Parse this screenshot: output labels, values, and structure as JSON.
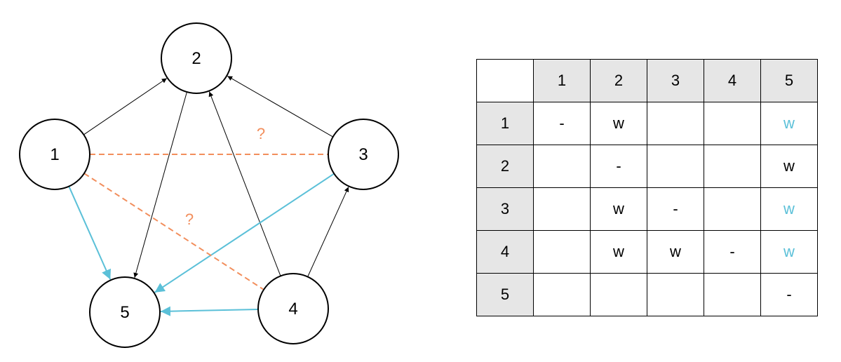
{
  "graph": {
    "nodes": [
      {
        "id": "1",
        "label": "1"
      },
      {
        "id": "2",
        "label": "2"
      },
      {
        "id": "3",
        "label": "3"
      },
      {
        "id": "4",
        "label": "4"
      },
      {
        "id": "5",
        "label": "5"
      }
    ],
    "edges": [
      {
        "from": "1",
        "to": "2",
        "style": "solid",
        "color": "#000000"
      },
      {
        "from": "3",
        "to": "2",
        "style": "solid",
        "color": "#000000"
      },
      {
        "from": "2",
        "to": "5",
        "style": "solid",
        "color": "#000000"
      },
      {
        "from": "4",
        "to": "2",
        "style": "solid",
        "color": "#000000"
      },
      {
        "from": "4",
        "to": "3",
        "style": "solid",
        "color": "#000000"
      },
      {
        "from": "1",
        "to": "5",
        "style": "solid",
        "color": "#5bc0d8"
      },
      {
        "from": "3",
        "to": "5",
        "style": "solid",
        "color": "#5bc0d8"
      },
      {
        "from": "4",
        "to": "5",
        "style": "solid",
        "color": "#5bc0d8"
      },
      {
        "from": "1",
        "to": "3",
        "style": "dashed",
        "color": "#f28e5c",
        "label": "?"
      },
      {
        "from": "1",
        "to": "4",
        "style": "dashed",
        "color": "#f28e5c",
        "label": "?"
      }
    ]
  },
  "matrix": {
    "corner": "",
    "col_headers": [
      "1",
      "2",
      "3",
      "4",
      "5"
    ],
    "row_headers": [
      "1",
      "2",
      "3",
      "4",
      "5"
    ],
    "cells": [
      [
        "-",
        "w",
        "",
        "",
        "w"
      ],
      [
        "",
        "-",
        "",
        "",
        "w"
      ],
      [
        "",
        "w",
        "-",
        "",
        "w"
      ],
      [
        "",
        "w",
        "w",
        "-",
        "w"
      ],
      [
        "",
        "",
        "",
        "",
        "-"
      ]
    ],
    "accent_color": "#5bc0d8",
    "accent_cells": [
      [
        0,
        4
      ],
      [
        2,
        4
      ],
      [
        3,
        4
      ]
    ]
  }
}
